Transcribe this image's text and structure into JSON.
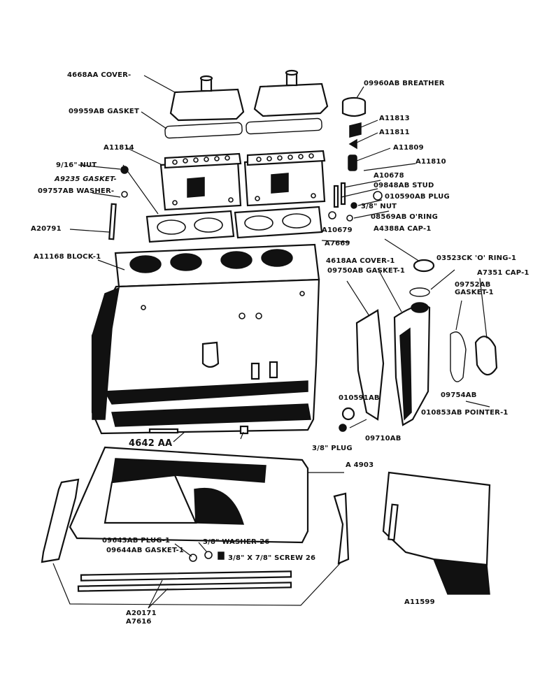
{
  "labels": {
    "cover_4668": "4668AA COVER-",
    "breather": "09960AB BREATHER",
    "gasket_09959": "09959AB GASKET",
    "a11813": "A11813",
    "a11811": "A11811",
    "a11809": "A11809",
    "a11810": "A11810",
    "a11814": "A11814",
    "nut_916": "9/16\" NUT",
    "gasket_a9235": "A9235 GASKET-",
    "washer_09757": "09757AB WASHER-",
    "a10678": "A10678",
    "stud_09848": "09848AB STUD",
    "plug_010590": "010590AB PLUG",
    "nut_38": "3/8\" NUT",
    "oring_08569": "08569AB O'RING",
    "a20791": "A20791",
    "a10679": "A10679",
    "cap_a4388": "A4388A CAP-1",
    "a7669": "A7669",
    "block_a11168": "A11168 BLOCK-1",
    "oring_03523": "03523CK 'O' RING-1",
    "cover_4618": "4618AA COVER-1",
    "gasket_09750": "09750AB GASKET-1",
    "cap_a7351": "A7351 CAP-1",
    "gasket_09752": "09752AB GASKET-1",
    "a10591": "010591AB",
    "a09754": "09754AB",
    "pointer_010853": "010853AB POINTER-1",
    "a09710": "09710AB",
    "plug_38": "3/8\" PLUG",
    "a4642": "4642 AA",
    "a4903": "A 4903",
    "plug_09643": "09643AB PLUG-1",
    "gasket_09644": "09644AB GASKET-1",
    "washer_38": "3/8\" WASHER-26",
    "screw_38": "3/8\" X 7/8\" SCREW 26",
    "a20171": "A20171",
    "a7616": "A7616",
    "a11599": "A11599"
  }
}
